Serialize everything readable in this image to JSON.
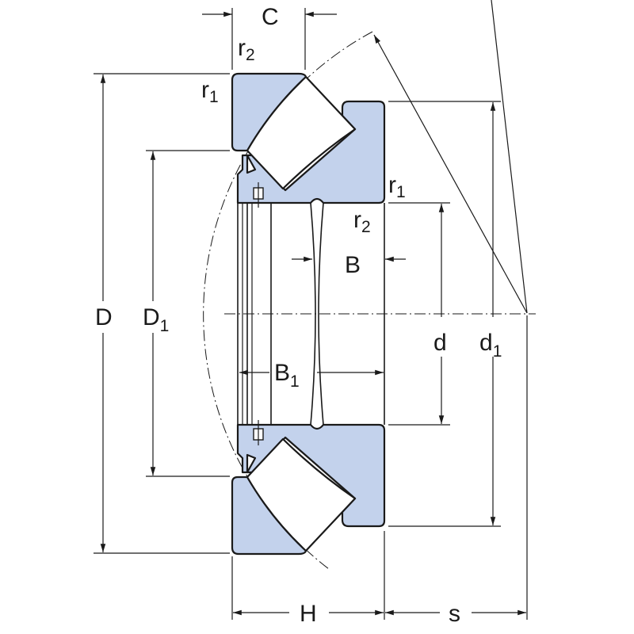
{
  "title": "Spherical roller thrust bearing dimensions",
  "colors": {
    "part_fill": "#c3d2ec",
    "line": "#1a1a1a"
  },
  "labels": {
    "C": {
      "main": "C"
    },
    "r2_top": {
      "main": "r",
      "sub": "2"
    },
    "r1_top": {
      "main": "r",
      "sub": "1"
    },
    "r1_right": {
      "main": "r",
      "sub": "1"
    },
    "r2_right": {
      "main": "r",
      "sub": "2"
    },
    "B": {
      "main": "B"
    },
    "B1": {
      "main": "B",
      "sub": "1"
    },
    "D": {
      "main": "D"
    },
    "D1": {
      "main": "D",
      "sub": "1"
    },
    "d": {
      "main": "d"
    },
    "d1": {
      "main": "d",
      "sub": "1"
    },
    "H": {
      "main": "H"
    },
    "s": {
      "main": "s"
    }
  }
}
